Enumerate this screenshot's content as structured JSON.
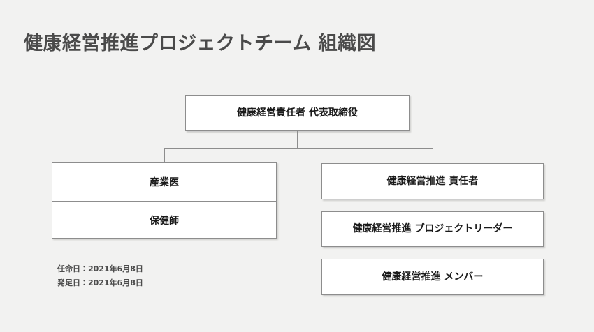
{
  "slide": {
    "title": "健康経営推進プロジェクトチーム 組織図",
    "background_color": "#f2f2f1",
    "title_color": "#4a4a4a",
    "box_border_color": "#8d8d8d",
    "box_fill_color": "#ffffff",
    "connector_color": "#8d8d8d"
  },
  "org_chart": {
    "root": {
      "label": "健康経営責任者 代表取締役"
    },
    "left_branch": {
      "nodes": [
        {
          "label": "産業医"
        },
        {
          "label": "保健師"
        }
      ]
    },
    "right_branch": {
      "nodes": [
        {
          "label": "健康経営推進 責任者"
        },
        {
          "label": "健康経営推進 プロジェクトリーダー"
        },
        {
          "label": "健康経営推進 メンバー"
        }
      ]
    }
  },
  "footnotes": {
    "appointment_date": "任命日：2021年6月8日",
    "establishment_date": "発足日：2021年6月8日"
  }
}
